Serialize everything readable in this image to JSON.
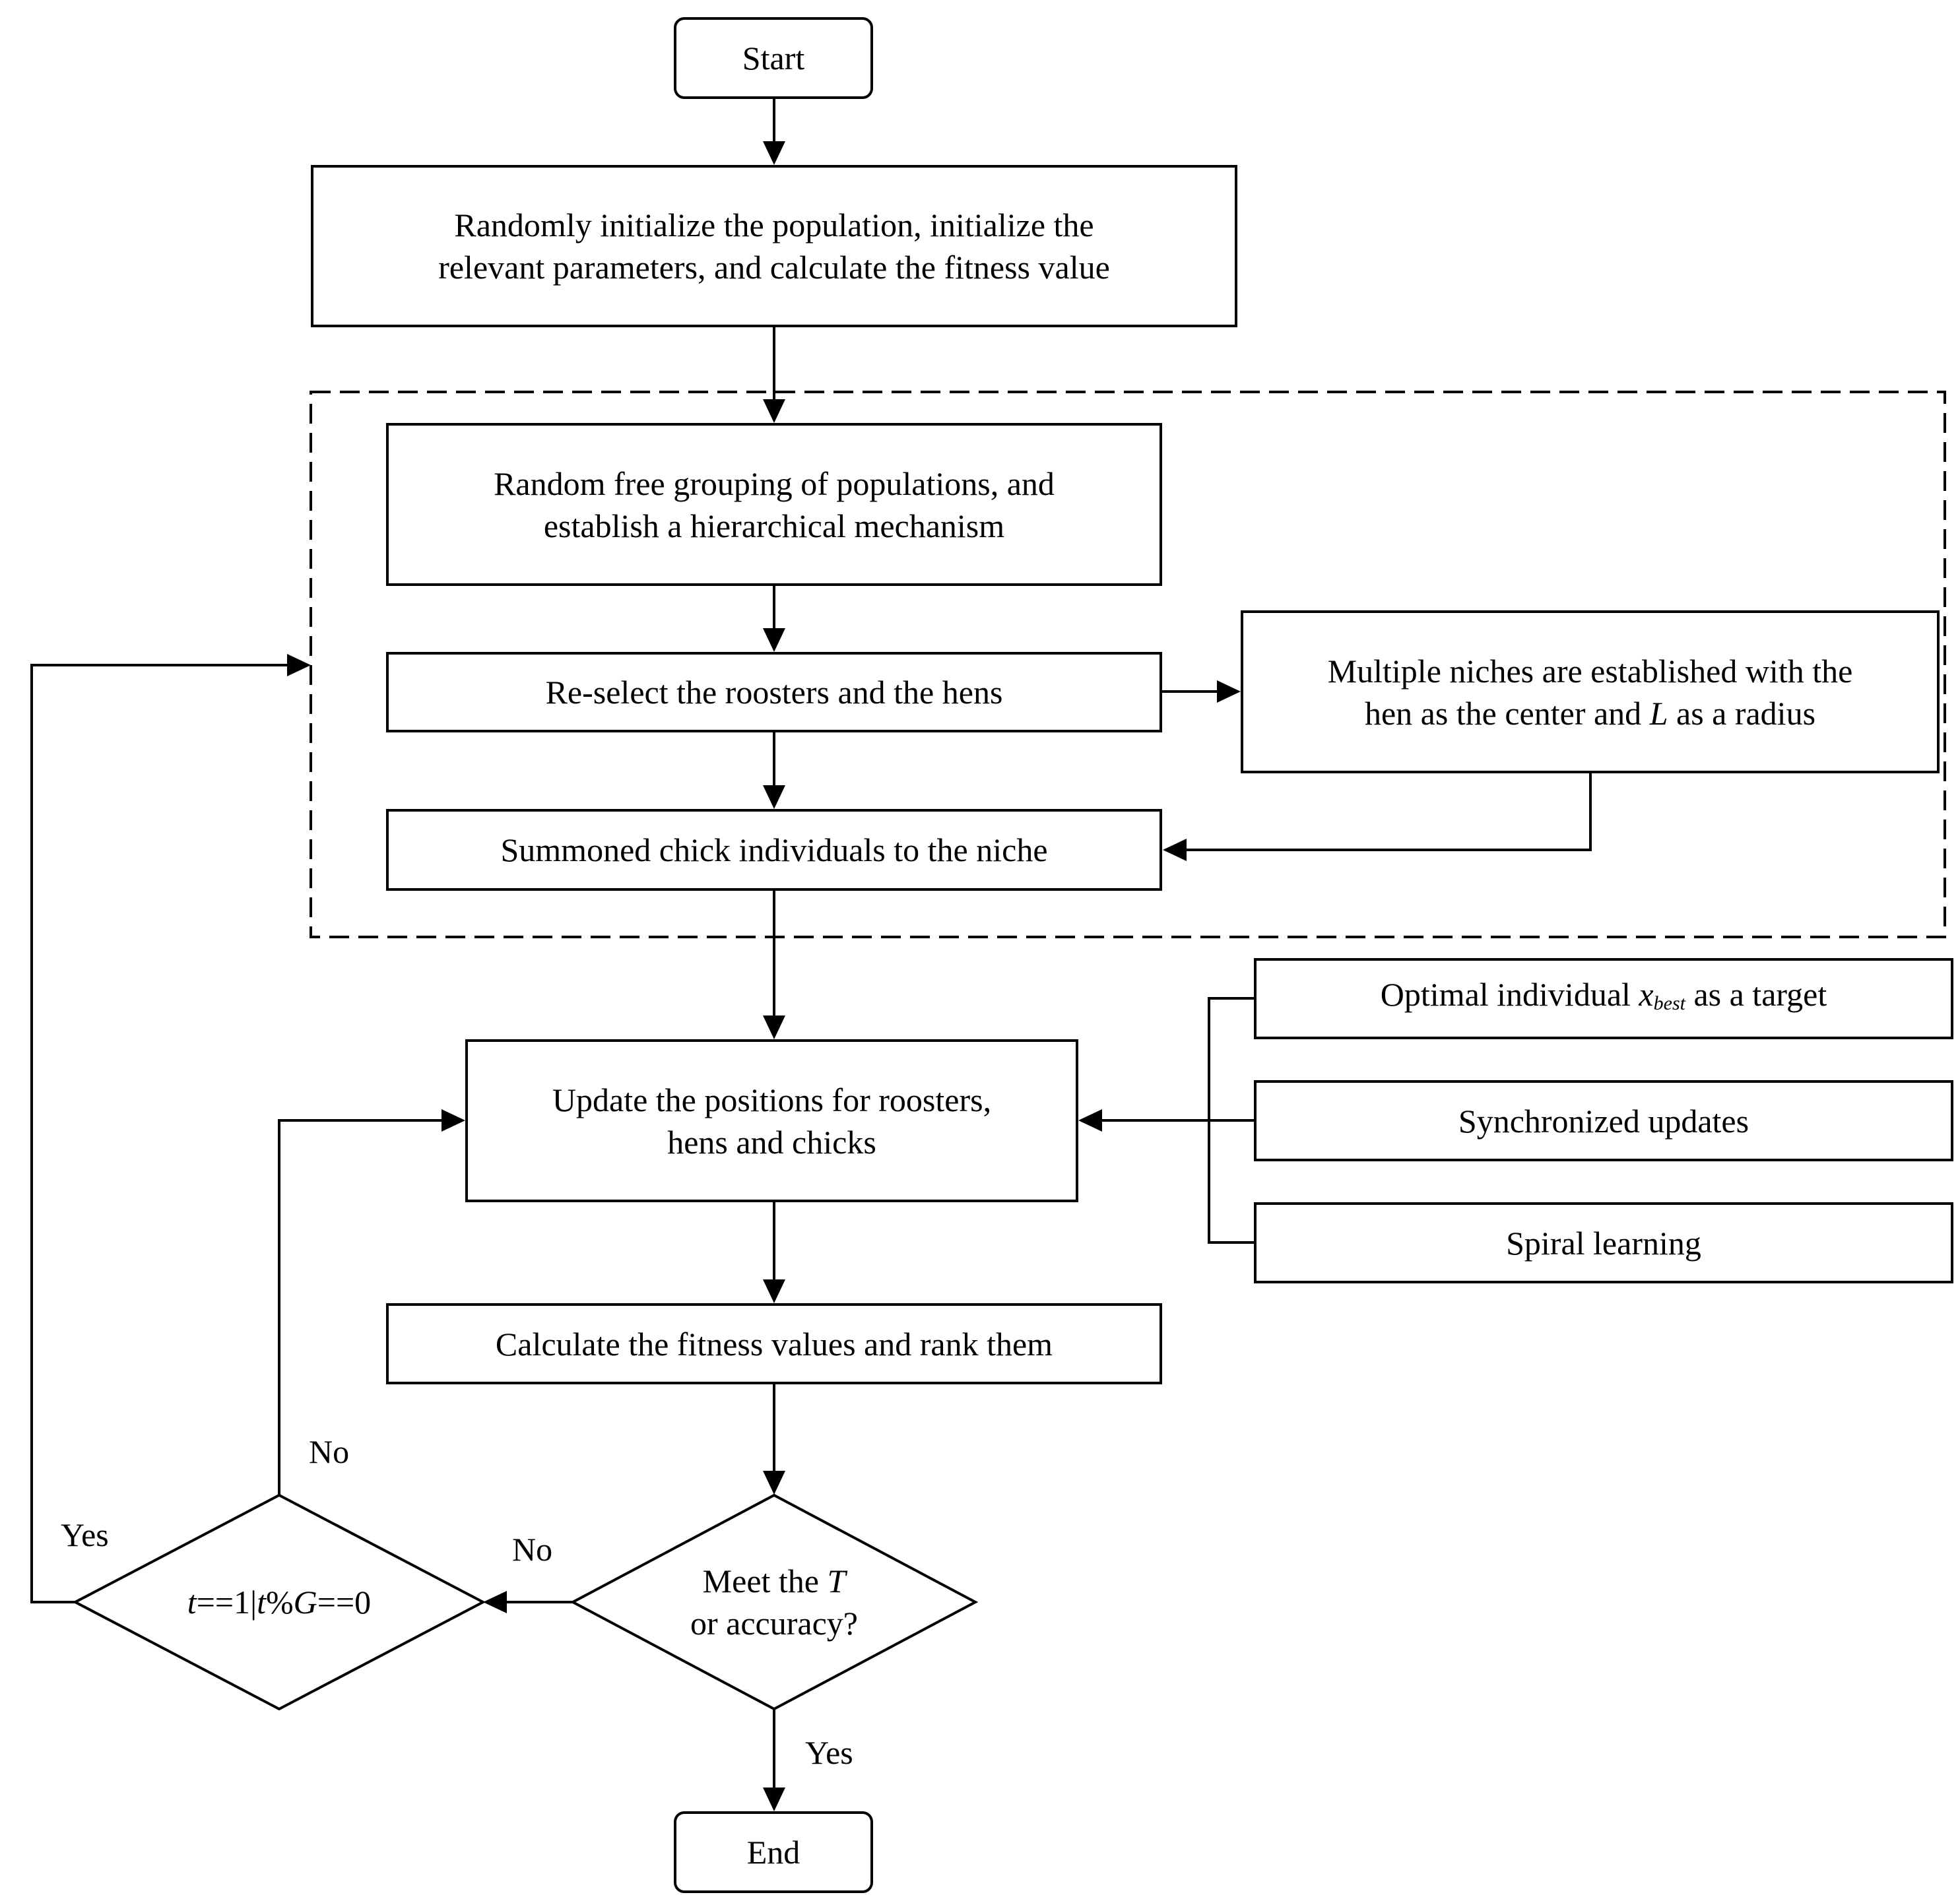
{
  "nodes": {
    "start": "Start",
    "init_line1": "Randomly initialize the population, initialize the",
    "init_line2": "relevant parameters, and calculate the fitness value",
    "group_line1": "Random free grouping of populations, and",
    "group_line2": "establish a hierarchical mechanism",
    "reselect": "Re-select the roosters and the hens",
    "niches_line1": "Multiple niches are established with the",
    "niches_line2_a": "hen as the center and ",
    "niches_line2_var": "L",
    "niches_line2_b": " as a radius",
    "summon": "Summoned chick individuals to the niche",
    "update_line1": "Update the positions for roosters,",
    "update_line2": "hens and chicks",
    "optimal_a": "Optimal individual ",
    "optimal_var": "x",
    "optimal_sub": "best",
    "optimal_b": " as a target",
    "sync": "Synchronized updates",
    "spiral": "Spiral learning",
    "fitness": "Calculate the fitness values and rank them",
    "meet_line1_a": "Meet the ",
    "meet_line1_var": "T",
    "meet_line2": "or accuracy?",
    "cond_t1": "t",
    "cond_eq1": "==1|",
    "cond_t2": "t",
    "cond_pct": "%",
    "cond_g": "G",
    "cond_eq0": "==0",
    "end": "End"
  },
  "labels": {
    "no_right": "No",
    "yes_down": "Yes",
    "no_top": "No",
    "yes_left": "Yes"
  }
}
